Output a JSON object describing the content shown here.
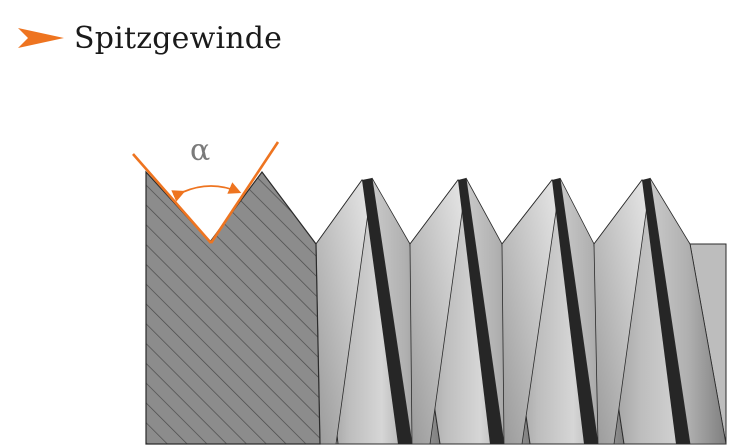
{
  "heading": {
    "title": "Spitzgewinde",
    "bullet_icon": "orange-triangle-bullet"
  },
  "diagram": {
    "angle_symbol": "α",
    "thread_type": "pointed-thread",
    "crest_count": 5,
    "colors": {
      "accent": "#ee7420",
      "section_fill": "#8c8c8c",
      "hatch": "#4a4a4a",
      "outline": "#2b2b2b"
    }
  }
}
